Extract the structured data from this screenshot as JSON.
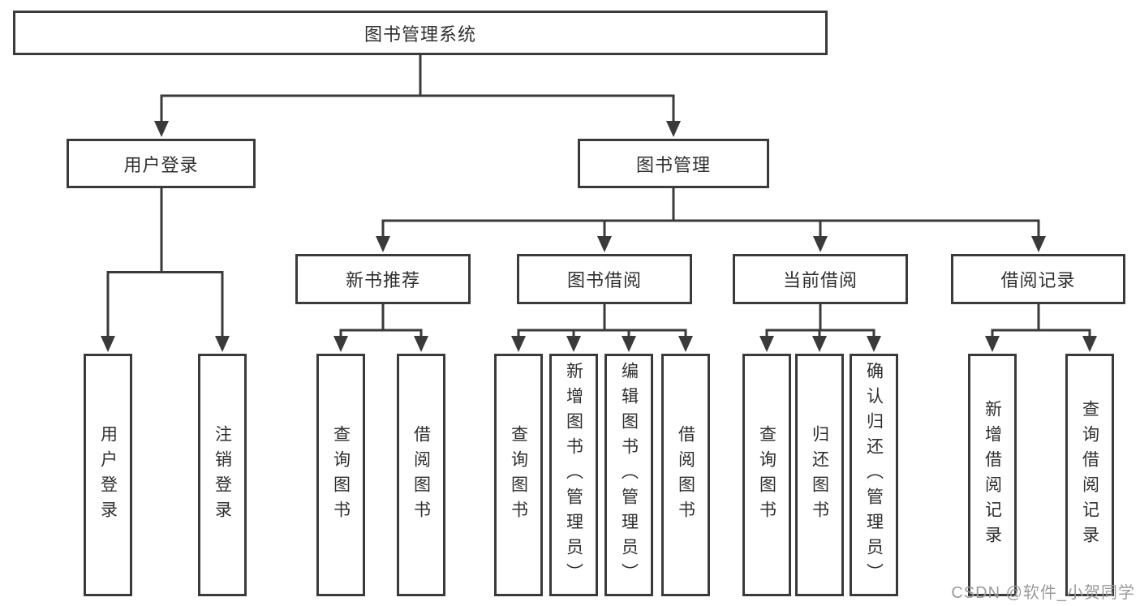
{
  "diagram": {
    "root": {
      "label": "图书管理系统"
    },
    "level2": [
      {
        "label": "用户登录",
        "children": [
          {
            "label": "用户登录"
          },
          {
            "label": "注销登录"
          }
        ]
      },
      {
        "label": "图书管理",
        "groups": [
          {
            "label": "新书推荐",
            "children": [
              {
                "label": "查询图书"
              },
              {
                "label": "借阅图书"
              }
            ]
          },
          {
            "label": "图书借阅",
            "children": [
              {
                "label": "查询图书"
              },
              {
                "label": "新增图书（管理员）"
              },
              {
                "label": "编辑图书（管理员）"
              },
              {
                "label": "借阅图书"
              }
            ]
          },
          {
            "label": "当前借阅",
            "children": [
              {
                "label": "查询图书"
              },
              {
                "label": "归还图书"
              },
              {
                "label": "确认归还（管理员）"
              }
            ]
          },
          {
            "label": "借阅记录",
            "children": [
              {
                "label": "新增借阅记录"
              },
              {
                "label": "查询借阅记录"
              }
            ]
          }
        ]
      }
    ],
    "watermark": "CSDN @软件_小贺同学",
    "colors": {
      "line": "#3a3a3a",
      "border": "#3a3a3a",
      "text": "#2f2f2f",
      "watermark": "#9a9a9a",
      "background": "#ffffff"
    }
  }
}
